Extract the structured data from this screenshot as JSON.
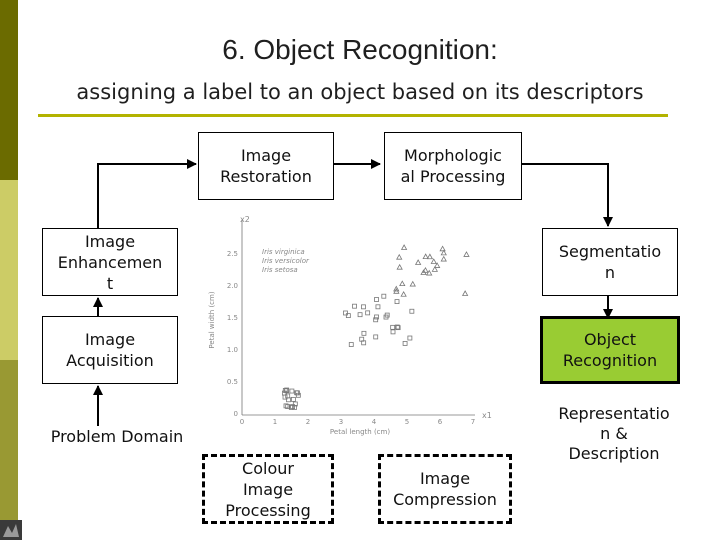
{
  "slide": {
    "title": "6. Object Recognition:",
    "subtitle": "assigning a label to an object based on its descriptors"
  },
  "colors": {
    "stripe_dark": "#6b6b00",
    "stripe_light": "#cccc66",
    "stripe_mid": "#999933",
    "rule": "#b3b300",
    "highlight_fill": "#99cc33",
    "arrow": "#000000"
  },
  "boxes": {
    "image_restoration": "Image\nRestoration",
    "morphological_processing": "Morphologic\nal Processing",
    "image_enhancement": "Image\nEnhancemen\nt",
    "segmentation": "Segmentatio\nn",
    "image_acquisition": "Image\nAcquisition",
    "object_recognition": "Object\nRecognition",
    "representation_description": "Representatio\nn &\nDescription",
    "colour_image_processing": "Colour\nImage\nProcessing",
    "image_compression": "Image\nCompression"
  },
  "labels": {
    "problem_domain": "Problem Domain"
  },
  "background_plot": {
    "legend": [
      "Iris virginica",
      "Iris versicolor",
      "Iris setosa"
    ],
    "y_label": "Petal width (cm)",
    "x_label": "Petal length (cm)",
    "y_axis_name": "x2",
    "x_axis_name": "x1",
    "y_ticks": [
      "2.5",
      "2.0",
      "1.5",
      "1.0",
      "0.5",
      "0"
    ],
    "x_ticks": [
      "0",
      "1",
      "2",
      "3",
      "4",
      "5",
      "6",
      "7"
    ]
  }
}
